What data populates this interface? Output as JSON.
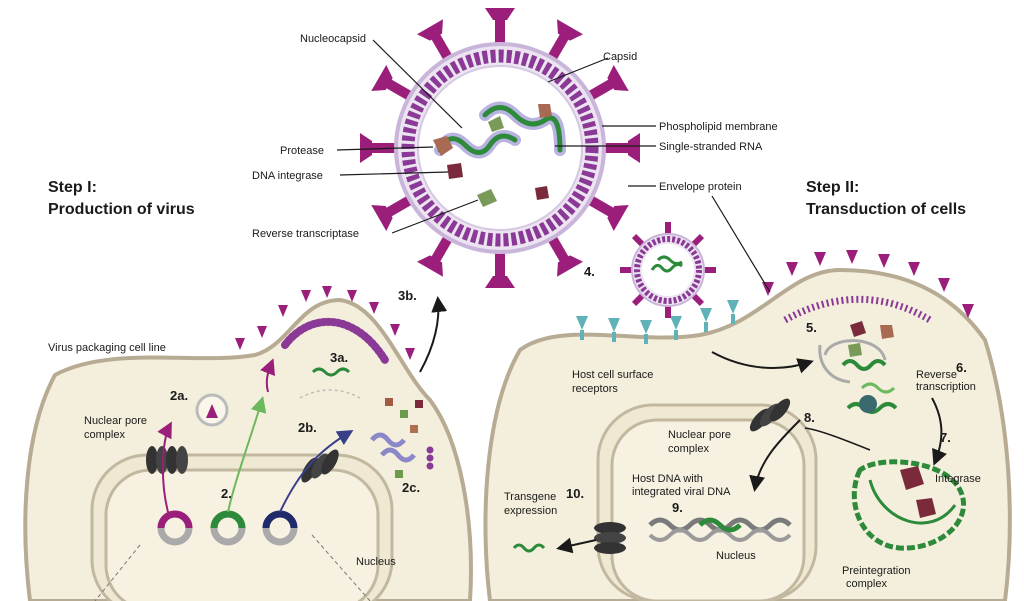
{
  "colors": {
    "cell_fill": "#f4efdd",
    "cell_border": "#b8ab93",
    "capsid": "#8a3a96",
    "envelope_protein": "#9b1f7a",
    "rna_green": "#2c8a3a",
    "receptor": "#5fb3b8",
    "nucleus_border": "#c2b89f"
  },
  "labels": {
    "step1_title": "Step I:",
    "step1_subtitle": "Production of virus",
    "step2_title": "Step  II:",
    "step2_subtitle": "Transduction of cells",
    "nucleocapsid": "Nucleocapsid",
    "capsid": "Capsid",
    "phospholipid": "Phospholipid membrane",
    "ssrna": "Single-stranded RNA",
    "protease": "Protease",
    "dna_integrase": "DNA integrase",
    "envelope_protein": "Envelope protein",
    "reverse_transcriptase": "Reverse transcriptase",
    "packaging_line": "Virus packaging cell line",
    "nuclear_pore_left_1": "Nuclear pore",
    "nuclear_pore_left_2": "complex",
    "nucleus_left": "Nucleus",
    "host_receptors_1": "Host cell surface",
    "host_receptors_2": "receptors",
    "reverse_tx_1": "Reverse",
    "reverse_tx_2": "transcription",
    "nuclear_pore_right_1": "Nuclear pore",
    "nuclear_pore_right_2": "complex",
    "host_dna_1": "Host DNA with",
    "host_dna_2": "integrated viral DNA",
    "integrase": "Integrase",
    "transgene_1": "Transgene",
    "transgene_2": "expression",
    "nucleus_right": "Nucleus",
    "preintegration_1": "Preintegration",
    "preintegration_2": "complex"
  },
  "steps": {
    "s2a": "2a.",
    "s2b": "2b.",
    "s2c": "2c.",
    "s2": "2.",
    "s3a": "3a.",
    "s3b": "3b.",
    "s4": "4.",
    "s5": "5.",
    "s6": "6.",
    "s7": "7.",
    "s8": "8.",
    "s9": "9.",
    "s10": "10."
  }
}
